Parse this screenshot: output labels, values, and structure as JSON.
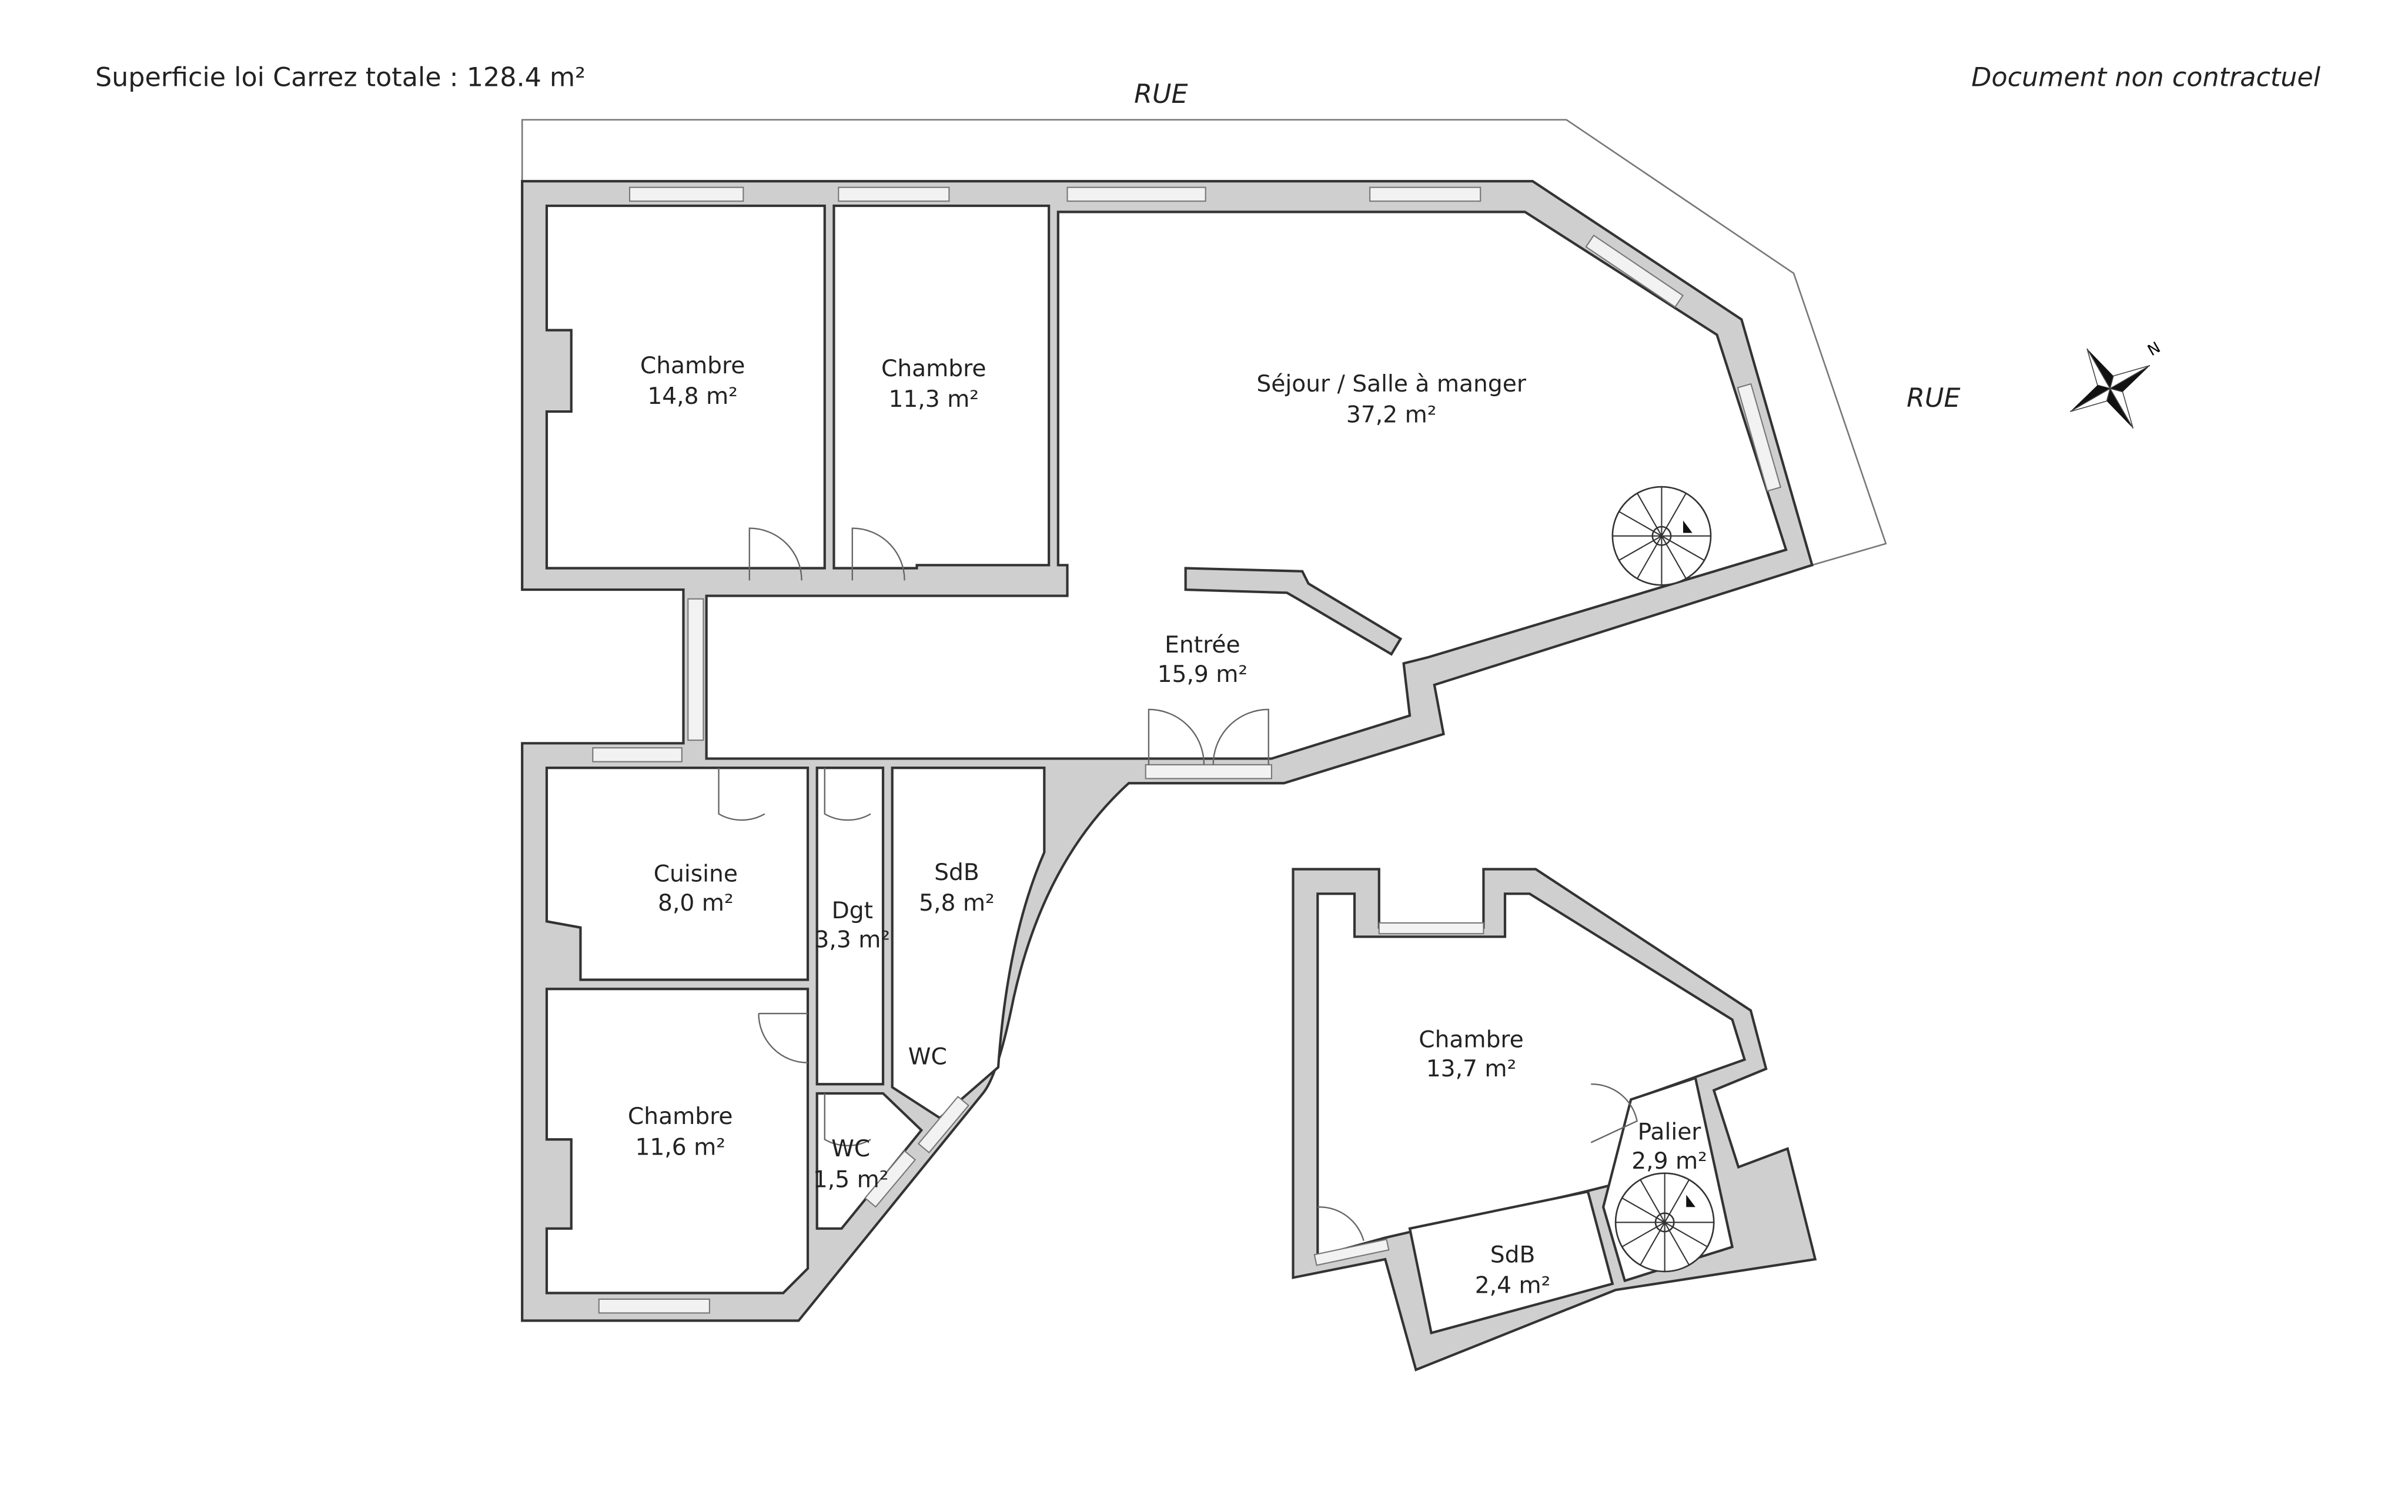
{
  "header": {
    "total_area": "Superficie loi Carrez totale :  128.4 m²",
    "disclaimer": "Document non contractuel"
  },
  "streets": {
    "north": "RUE",
    "east": "RUE"
  },
  "compass": {
    "north_label": "N"
  },
  "rooms": [
    {
      "name": "Chambre",
      "area": "14,8 m²"
    },
    {
      "name": "Chambre",
      "area": "11,3 m²"
    },
    {
      "name": "Séjour / Salle à manger",
      "area": "37,2 m²"
    },
    {
      "name": "Entrée",
      "area": "15,9 m²"
    },
    {
      "name": "Cuisine",
      "area": "8,0 m²"
    },
    {
      "name": "Dgt",
      "area": "3,3 m²"
    },
    {
      "name": "SdB",
      "area": "5,8 m²"
    },
    {
      "name": "WC",
      "area": ""
    },
    {
      "name": "Chambre",
      "area": "11,6 m²"
    },
    {
      "name": "WC",
      "area": "1,5 m²"
    },
    {
      "name": "Chambre",
      "area": "13,7 m²"
    },
    {
      "name": "Palier",
      "area": "2,9 m²"
    },
    {
      "name": "SdB",
      "area": "2,4 m²"
    }
  ]
}
